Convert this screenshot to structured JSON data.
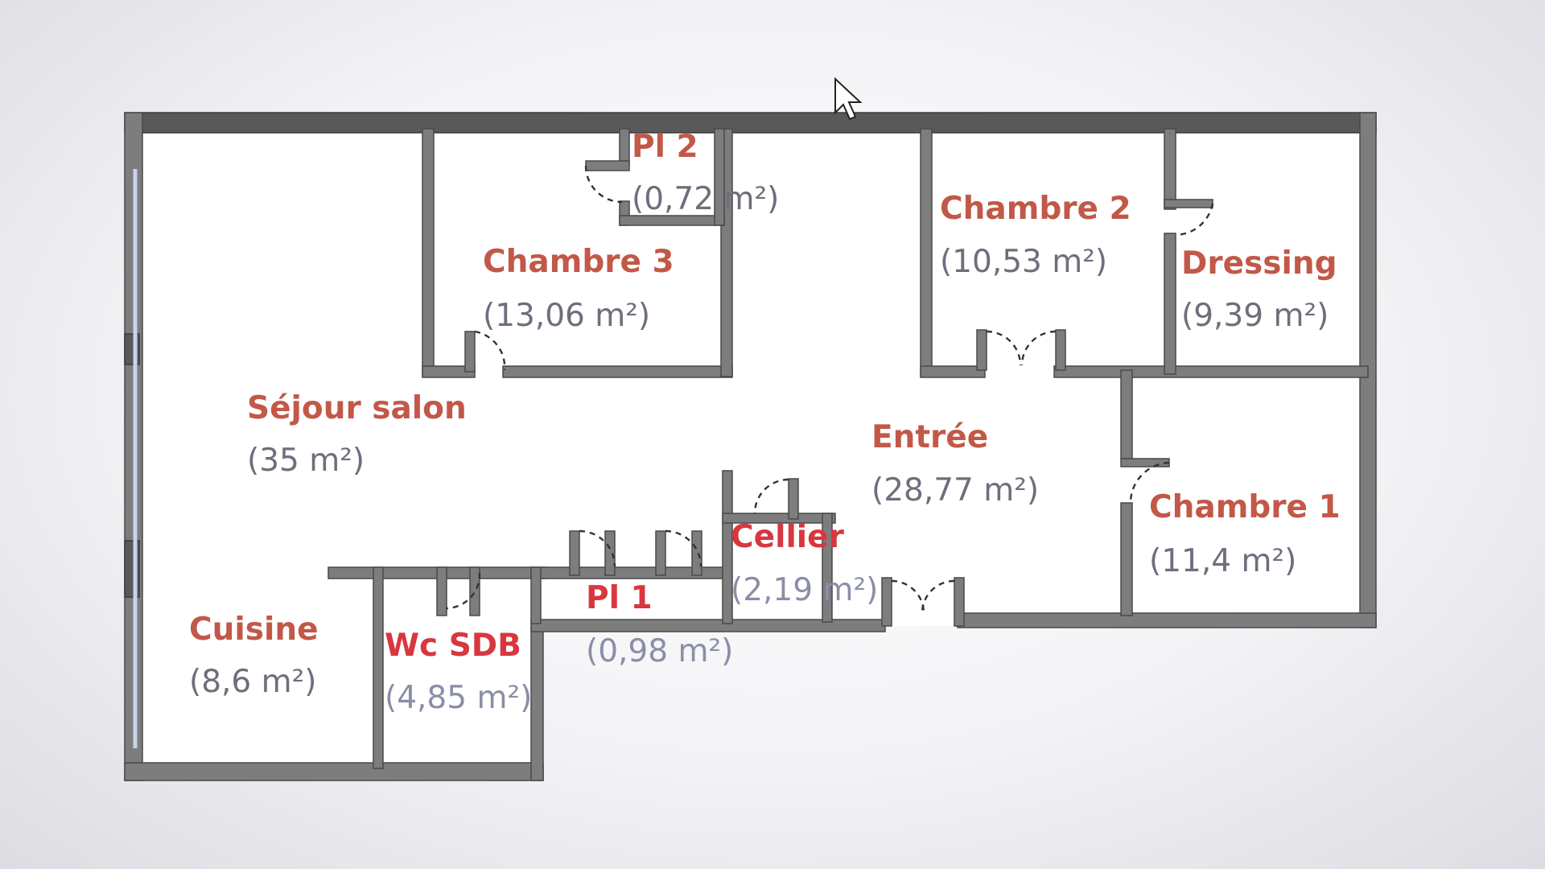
{
  "rooms": {
    "sejour": {
      "name": "Séjour salon",
      "area": "(35 m²)"
    },
    "chambre3": {
      "name": "Chambre 3",
      "area": "(13,06 m²)"
    },
    "pl2": {
      "name": "Pl 2",
      "area": "(0,72 m²)"
    },
    "chambre2": {
      "name": "Chambre 2",
      "area": "(10,53 m²)"
    },
    "dressing": {
      "name": "Dressing",
      "area": "(9,39 m²)"
    },
    "entree": {
      "name": "Entrée",
      "area": "(28,77 m²)"
    },
    "chambre1": {
      "name": "Chambre 1",
      "area": "(11,4 m²)"
    },
    "cellier": {
      "name": "Cellier",
      "area": "(2,19 m²)"
    },
    "pl1": {
      "name": "Pl 1",
      "area": "(0,98 m²)"
    },
    "cuisine": {
      "name": "Cuisine",
      "area": "(8,6 m²)"
    },
    "wcsdb": {
      "name": "Wc SDB",
      "area": "(4,85 m²)"
    }
  },
  "colors": {
    "wall": "#7d7d7d",
    "room_name": "#c25848",
    "room_area": "#6e6e7c"
  }
}
